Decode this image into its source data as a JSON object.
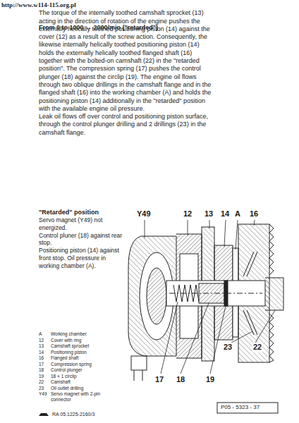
{
  "diagram": {
    "title": "From 0 to 1000 → 2000/min (\"retarded\")",
    "labels": [
      "http://www.w114-115.org.pl",
      "The torque of the internally toothed camshaft sprocket (13) acting in the direction of rotation of the engine pushes the externally helically toothed positioning piston (14) against the cover (12) as a result of the screw action. Consequently, the likewise internally helically toothed positioning piston (14) holds the externally helically toothed flanged shaft (16) together with the bolted-on camshaft (22) in the \"retarded position\". The compression spring (17) pushes the control plunger (18) against the circlip (19). The engine oil flows through two oblique drillings in the camshaft flange and in the flanged shaft (16) into the working chamber (A) and holds the positioning piston (14) additionally in the \"retarded\" position with the available engine oil pressure.",
      "Leak oil flows off over control and positioning piston surface, through the control plunger drilling and 2 drillings (23) in the camshaft flange.",
      "\"Retarded\" position",
      "Servo magnet (Y49) not energized.",
      "Control pluner (18) against rear stop.",
      "Positioning piston (14) against front stop. Oil pressure in working chamber (A).",
      "Y49",
      "12",
      "13",
      "14",
      "A",
      "16",
      "17",
      "18",
      "19",
      "23",
      "22",
      "P05 - 5323 - 37",
      "A",
      "Working chamber",
      "12",
      "Cover with ring",
      "13",
      "Camshaft sprocket",
      "14",
      "Positioning piston",
      "16",
      "Flanged shaft",
      "17",
      "Compression spring",
      "18",
      "Control plunger",
      "19",
      "18 × 1 circlip",
      "22",
      "Camshaft",
      "23",
      "Oil outlet drilling",
      "Y49",
      "Servo magnet with 2-pin connector",
      "RA 05.1225-2160/3"
    ]
  }
}
